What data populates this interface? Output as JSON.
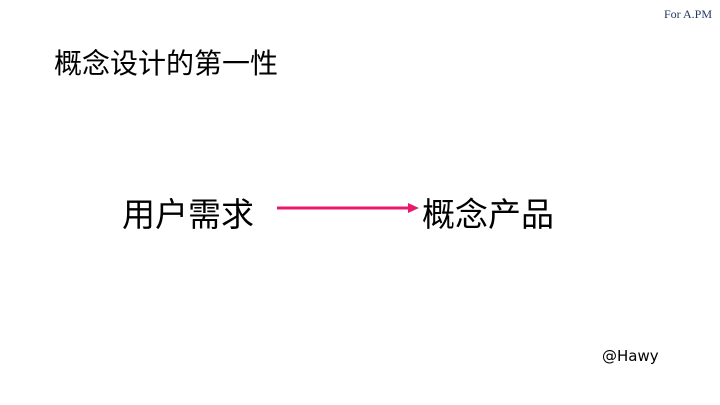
{
  "slide": {
    "tag": "For A.PM",
    "title": "概念设计的第一性",
    "from_label": "用户需求",
    "to_label": "概念产品",
    "signature": "@Hawy",
    "arrow_color": "#e8186f"
  }
}
